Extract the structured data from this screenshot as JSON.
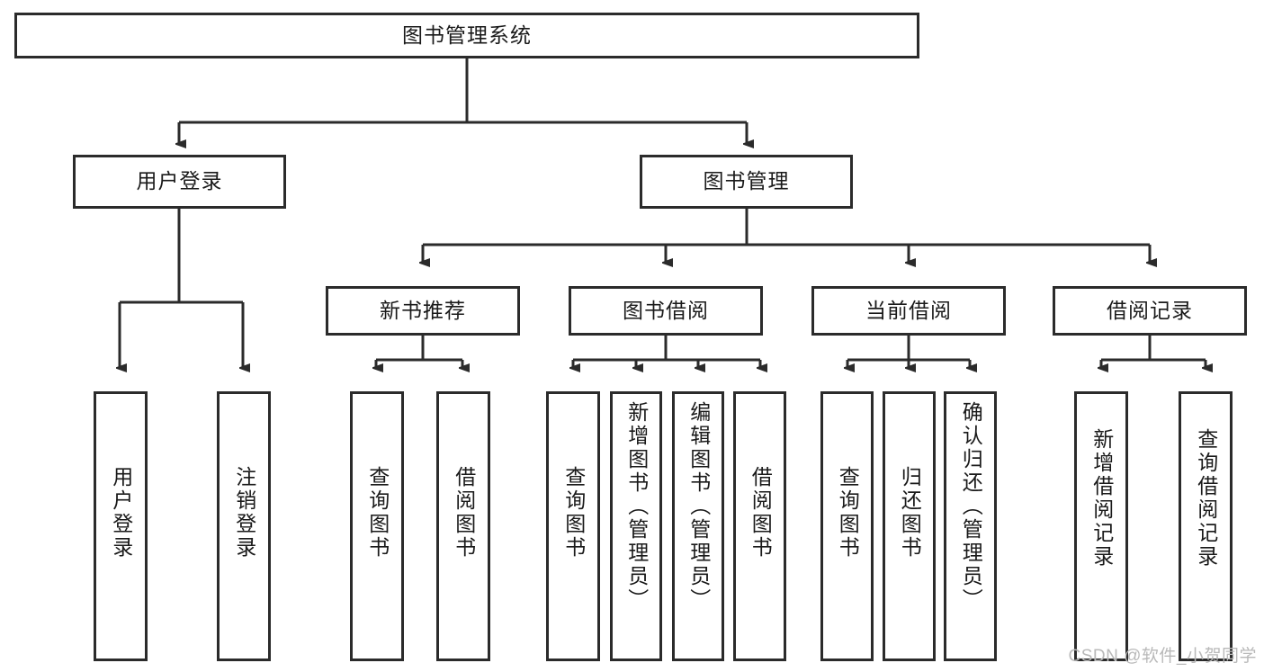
{
  "diagram": {
    "title_node": {
      "label": "图书管理系统"
    },
    "level2": [
      {
        "id": "user-login",
        "label": "用户登录"
      },
      {
        "id": "book-manage",
        "label": "图书管理"
      }
    ],
    "level3": [
      {
        "id": "new-book-recommend",
        "label": "新书推荐"
      },
      {
        "id": "book-borrow",
        "label": "图书借阅"
      },
      {
        "id": "current-borrow",
        "label": "当前借阅"
      },
      {
        "id": "borrow-record",
        "label": "借阅记录"
      }
    ],
    "leaves": [
      {
        "id": "leaf-user-login",
        "label": "用户登录"
      },
      {
        "id": "leaf-logout-login",
        "label": "注销登录"
      },
      {
        "id": "leaf-query-book-1",
        "label": "查询图书"
      },
      {
        "id": "leaf-borrow-book-1",
        "label": "借阅图书"
      },
      {
        "id": "leaf-query-book-2",
        "label": "查询图书"
      },
      {
        "id": "leaf-add-book",
        "label": "新增图书（管理员）"
      },
      {
        "id": "leaf-edit-book",
        "label": "编辑图书（管理员）"
      },
      {
        "id": "leaf-borrow-book-2",
        "label": "借阅图书"
      },
      {
        "id": "leaf-query-book-3",
        "label": "查询图书"
      },
      {
        "id": "leaf-return-book",
        "label": "归还图书"
      },
      {
        "id": "leaf-confirm-return",
        "label": "确认归还（管理员）"
      },
      {
        "id": "leaf-add-record",
        "label": "新增借阅记录"
      },
      {
        "id": "leaf-query-record",
        "label": "查询借阅记录"
      }
    ],
    "watermark": "CSDN @软件_小贺同学",
    "colors": {
      "stroke": "#2b2b2b",
      "fill": "#ffffff",
      "text": "#1a1a1a",
      "watermark": "#b9b9b9"
    }
  }
}
